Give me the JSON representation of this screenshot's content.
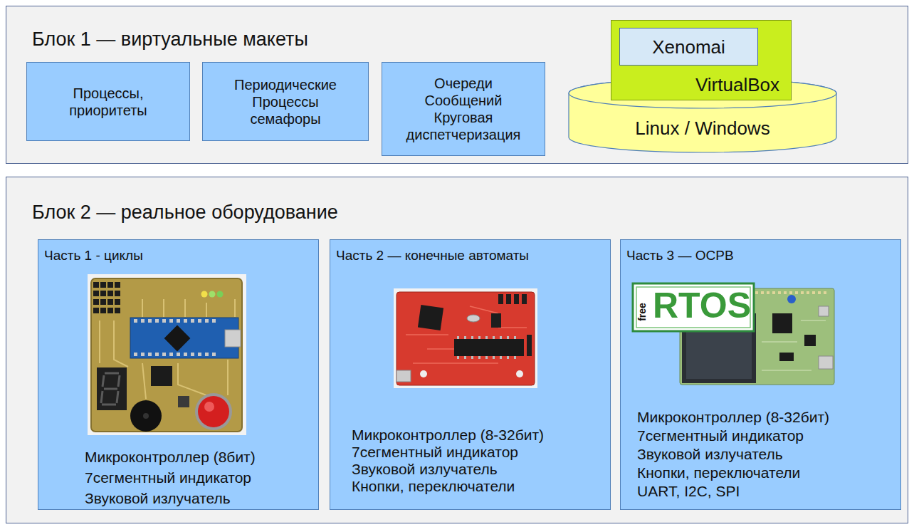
{
  "diagram": {
    "nodes": [
      {
        "text": [
          "Блок 1 — виртуальные макеты"
        ]
      },
      {
        "text": [
          "Процессы, приоритеты"
        ],
        "in": 0
      },
      {
        "text": [
          "Периодические Процессы семафоры"
        ],
        "in": 0
      },
      {
        "text": [
          "Очереди Сообщений Круговая диспетчеризация"
        ],
        "in": 0
      },
      {
        "text": [
          "Linux / Windows"
        ],
        "in": 0
      },
      {
        "text": [
          "VirtualBox"
        ],
        "in": 0
      },
      {
        "text": [
          "Xenomai"
        ],
        "in": 5
      },
      {
        "text": [
          "Блок 2 — реальное оборудование"
        ]
      },
      {
        "text": [
          "Часть 1 - циклы",
          "Микроконтроллер (8бит)",
          "7сегментный индикатор",
          "Звуковой излучатель"
        ],
        "in": 7
      },
      {
        "text": [
          "Часть 2 — конечные автоматы",
          "Микроконтроллер (8-32бит)",
          "7сегментный индикатор",
          "Звуковой излучатель",
          "Кнопки, переключатели"
        ],
        "in": 7
      },
      {
        "text": [
          "Часть 3 — ОСРВ",
          "Микроконтроллер (8-32бит)",
          "7сегментный индикатор",
          "Звуковой излучатель",
          "Кнопки, переключатели",
          "UART, I2C, SPI"
        ],
        "in": 7
      }
    ],
    "labels": [
      "free",
      "RTOS"
    ]
  }
}
